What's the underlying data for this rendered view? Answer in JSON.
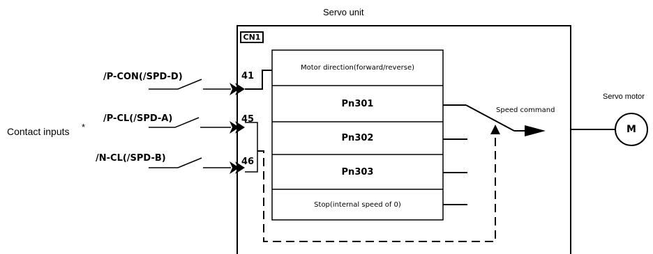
{
  "diagram": {
    "title": "Servo unit",
    "connector": "CN1",
    "contact_inputs_label": "Contact inputs",
    "asterisk": "*",
    "inputs": [
      {
        "signal": "/P-CON(/SPD-D)",
        "pin": "41"
      },
      {
        "signal": "/P-CL(/SPD-A)",
        "pin": "45"
      },
      {
        "signal": "/N-CL(/SPD-B)",
        "pin": "46"
      }
    ],
    "blocks": [
      "Motor direction(forward/reverse)",
      "Pn301",
      "Pn302",
      "Pn303",
      "Stop(internal speed of 0)"
    ],
    "speed_command": "Speed command",
    "servo_motor_label": "Servo motor",
    "motor_symbol": "M"
  }
}
